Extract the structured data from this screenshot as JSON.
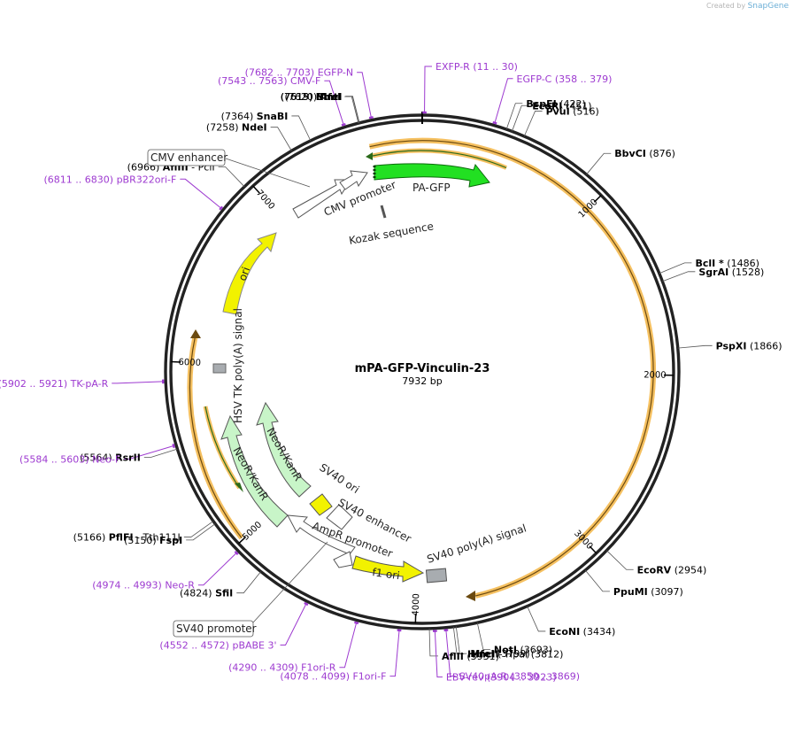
{
  "credit": {
    "prefix": "Created by",
    "brand": "SnapGene"
  },
  "title": "mPA-GFP-Vinculin-23",
  "size": "7932 bp",
  "total_bp": 7932,
  "tick_labels": [
    {
      "bp": 1000,
      "text": "1000"
    },
    {
      "bp": 2000,
      "text": "2000"
    },
    {
      "bp": 3000,
      "text": "3000"
    },
    {
      "bp": 4000,
      "text": "4000"
    },
    {
      "bp": 5000,
      "text": "5000"
    },
    {
      "bp": 6000,
      "text": "6000"
    },
    {
      "bp": 7000,
      "text": "7000"
    }
  ],
  "sites": [
    {
      "pos": "(7620)",
      "name": "AfeI"
    },
    {
      "pos": "(7619)",
      "name": "BmtI"
    },
    {
      "pos": "(7615)",
      "name": "NheI"
    },
    {
      "pos": "(7364)",
      "name": "SnaBI"
    },
    {
      "pos": "(7258)",
      "name": "NdeI"
    },
    {
      "pos": "(6966)",
      "name": "AflIII",
      "extra": "- PciI"
    },
    {
      "pos": "(5564)",
      "name": "RsrII"
    },
    {
      "pos": "(5166)",
      "name": "PflFI",
      "extra": "- Tth111I"
    },
    {
      "pos": "(5150)",
      "name": "FspI"
    },
    {
      "pos": "(4824)",
      "name": "SfiI"
    },
    {
      "pos": "(3931)",
      "name": "AflII"
    },
    {
      "pos": "(422)",
      "name": "BspEI"
    },
    {
      "pos": "(451)",
      "name": "EcoRI"
    },
    {
      "pos": "(516)",
      "name": "PvuI"
    },
    {
      "pos": "(876)",
      "name": "BbvCI"
    },
    {
      "pos": "(1486)",
      "name": "BclI *"
    },
    {
      "pos": "(1528)",
      "name": "SgrAI"
    },
    {
      "pos": "(1866)",
      "name": "PspXI"
    },
    {
      "pos": "(2954)",
      "name": "EcoRV"
    },
    {
      "pos": "(3097)",
      "name": "PpuMI"
    },
    {
      "pos": "(3434)",
      "name": "EcoNI"
    },
    {
      "pos": "(3693)",
      "name": "NotI"
    },
    {
      "pos": "(3799)",
      "name": "MfeI"
    },
    {
      "pos": "(3812)",
      "name": "HincII",
      "extra": "- HpaI"
    }
  ],
  "primers": [
    {
      "range": "(7682 .. 7703)",
      "name": "EGFP-N"
    },
    {
      "range": "(11 .. 30)",
      "name": "EXFP-R"
    },
    {
      "range": "(358 .. 379)",
      "name": "EGFP-C"
    },
    {
      "range": "(7543 .. 7563)",
      "name": "CMV-F"
    },
    {
      "range": "(6811 .. 6830)",
      "name": "pBR322ori-F"
    },
    {
      "range": "(5902 .. 5921)",
      "name": "TK-pA-R"
    },
    {
      "range": "(5584 .. 5603)",
      "name": "Neo-F"
    },
    {
      "range": "(4974 .. 4993)",
      "name": "Neo-R"
    },
    {
      "range": "(4552 .. 4572)",
      "name": "pBABE 3'"
    },
    {
      "range": "(4290 .. 4309)",
      "name": "F1ori-R"
    },
    {
      "range": "(4078 .. 4099)",
      "name": "F1ori-F"
    },
    {
      "range": "(3850 .. 3869)",
      "name": "SV40pA-R"
    },
    {
      "range": "(3904 .. 3923)",
      "name": "EBV-rev"
    }
  ],
  "boxed_labels": {
    "cmv_enhancer": "CMV enhancer",
    "sv40_promoter": "SV40 promoter"
  },
  "features": {
    "pa_gfp": "PA-GFP",
    "cmv_promoter": "CMV promoter",
    "kozak": "Kozak sequence",
    "ori": "ori",
    "hsv_tk": "HSV TK poly(A) signal",
    "neo1": "NeoR/KanR",
    "neo2": "NeoR/KanR",
    "sv40_ori": "SV40 ori",
    "sv40_enh": "SV40 enhancer",
    "ampr_promoter": "AmpR promoter",
    "f1_ori": "f1 ori",
    "sv40_polya": "SV40 poly(A) signal"
  },
  "colors": {
    "backbone": "#222222",
    "primer": "#9d3ad0",
    "gfp": "#22e022",
    "ori": "#f2f200",
    "neo": "#c8f5c8",
    "orf": "#f5c060",
    "gray": "#a8acb0"
  }
}
